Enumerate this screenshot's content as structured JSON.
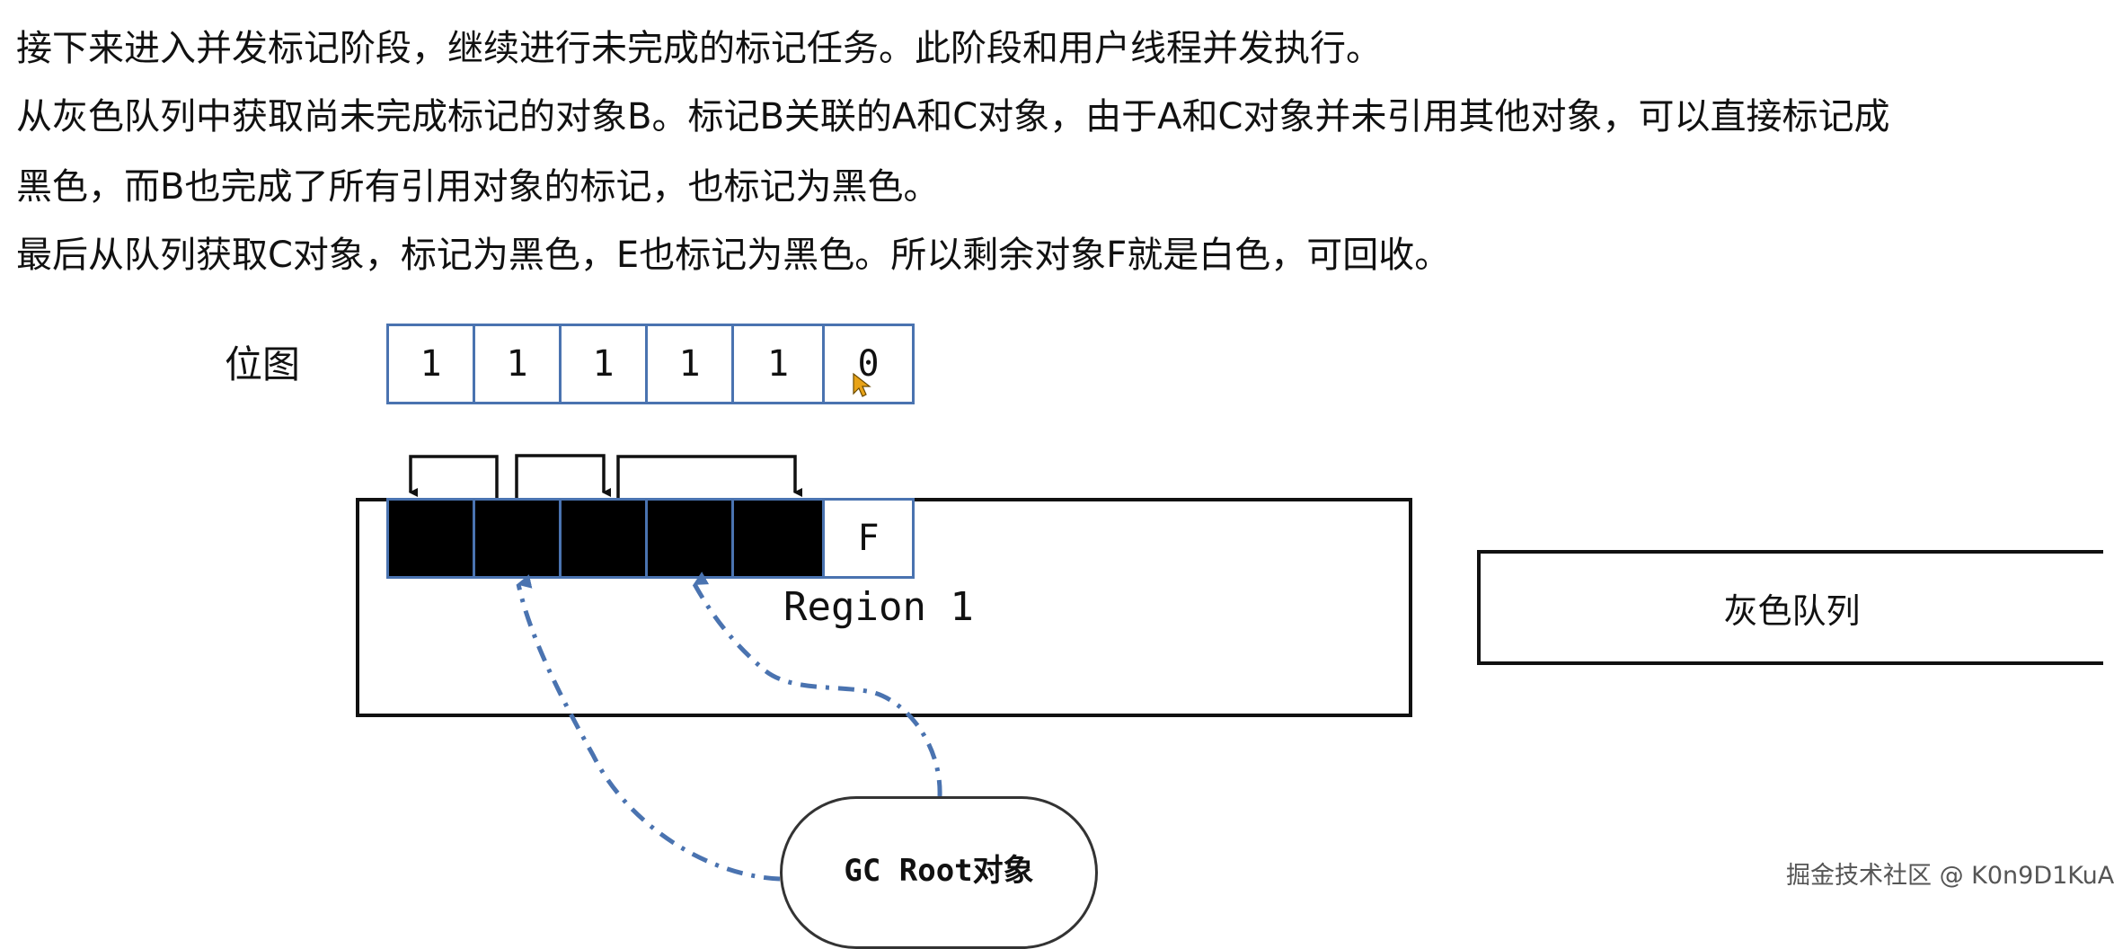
{
  "paragraphs": [
    "接下来进入并发标记阶段，继续进行未完成的标记任务。此阶段和用户线程并发执行。",
    "从灰色队列中获取尚未完成标记的对象B。标记B关联的A和C对象，由于A和C对象并未引用其他对象，可以直接标记成",
    "黑色，而B也完成了所有引用对象的标记，也标记为黑色。",
    "最后从队列获取C对象，标记为黑色，E也标记为黑色。所以剩余对象F就是白色，可回收。"
  ],
  "bitmap": {
    "label": "位图",
    "bits": [
      "1",
      "1",
      "1",
      "1",
      "1",
      "0"
    ]
  },
  "region": {
    "label": "Region 1",
    "objects": [
      {
        "text": "",
        "color": "#000000"
      },
      {
        "text": "",
        "color": "#000000"
      },
      {
        "text": "",
        "color": "#000000"
      },
      {
        "text": "",
        "color": "#000000"
      },
      {
        "text": "",
        "color": "#000000"
      },
      {
        "text": "F",
        "color": "#ffffff"
      }
    ]
  },
  "gray_queue": {
    "label": "灰色队列"
  },
  "gc_root": {
    "label": "GC Root对象"
  },
  "watermark": "掘金技术社区 @ K0n9D1KuA",
  "colors": {
    "cell_border": "#4a73b0",
    "dashed_arrow": "#4a73b0",
    "marked_object": "#000000",
    "unmarked_object": "#ffffff"
  }
}
